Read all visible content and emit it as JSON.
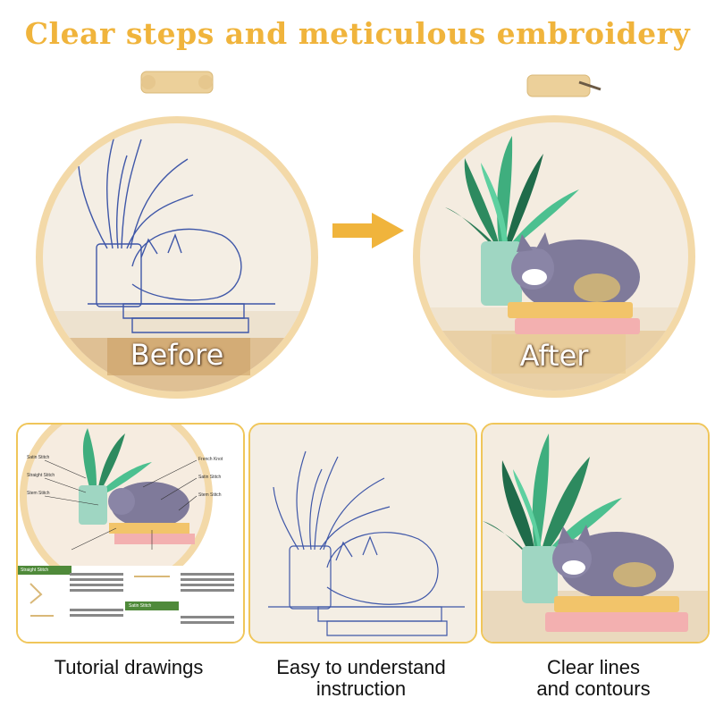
{
  "headline": "Clear steps and meticulous embroidery",
  "hoops": {
    "before_label": "Before",
    "after_label": "After"
  },
  "panels": [
    {
      "caption_line1": "Tutorial drawings",
      "caption_line2": ""
    },
    {
      "caption_line1": "Easy to understand",
      "caption_line2": "instruction"
    },
    {
      "caption_line1": "Clear lines",
      "caption_line2": "and contours"
    }
  ],
  "tutorial": {
    "stitch_labels": [
      "Satin Stitch",
      "Straight Stitch",
      "Stem Stitch",
      "French Knot",
      "Satin Stitch",
      "Stem Stitch"
    ],
    "section_labels": [
      "Straight Stitch",
      "Satin Stitch"
    ]
  },
  "colors": {
    "accent": "#f0b43c",
    "hoop_wood": "#f3d9a8",
    "fabric": "#f4eee4",
    "thread_blue": "#3f57a8",
    "leaf_green": "#3fae7e",
    "cat_gray": "#7f7a9a"
  }
}
